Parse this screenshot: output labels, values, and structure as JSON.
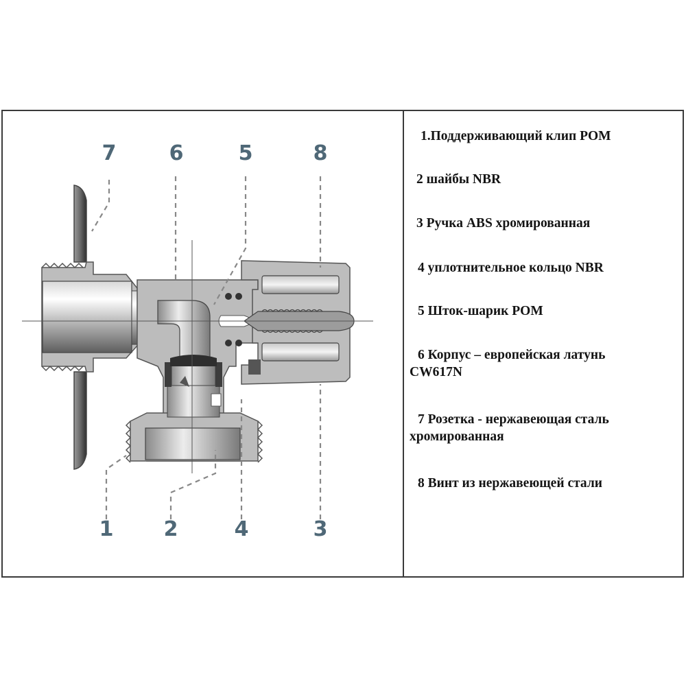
{
  "diagram": {
    "title": "Angle valve cross-section",
    "callouts_top": [
      {
        "id": "7",
        "label": "7"
      },
      {
        "id": "6",
        "label": "6"
      },
      {
        "id": "5",
        "label": "5"
      },
      {
        "id": "8",
        "label": "8"
      }
    ],
    "callouts_bottom": [
      {
        "id": "1",
        "label": "1"
      },
      {
        "id": "2",
        "label": "2"
      },
      {
        "id": "4",
        "label": "4"
      },
      {
        "id": "3",
        "label": "3"
      }
    ],
    "colors": {
      "callout": "#4f6877",
      "body_gray": "#b9b9b9",
      "outline": "#555555",
      "frame": "#3a3a3a"
    }
  },
  "legend": {
    "items": [
      {
        "num": "1",
        "line1": "1.Поддерживающий клип POM",
        "line2": ""
      },
      {
        "num": "2",
        "line1": "2 шайбы NBR",
        "line2": ""
      },
      {
        "num": "3",
        "line1": "3 Ручка ABS хромированная",
        "line2": ""
      },
      {
        "num": "4",
        "line1": "4 уплотнительное кольцо NBR",
        "line2": ""
      },
      {
        "num": "5",
        "line1": "5 Шток-шарик POM",
        "line2": ""
      },
      {
        "num": "6",
        "line1": "6 Корпус – европейская  латунь",
        "line2": "CW617N"
      },
      {
        "num": "7",
        "line1": "7 Розетка - нержавеющая сталь",
        "line2": "хромированная"
      },
      {
        "num": "8",
        "line1": "8 Винт из нержавеющей стали",
        "line2": ""
      }
    ]
  }
}
